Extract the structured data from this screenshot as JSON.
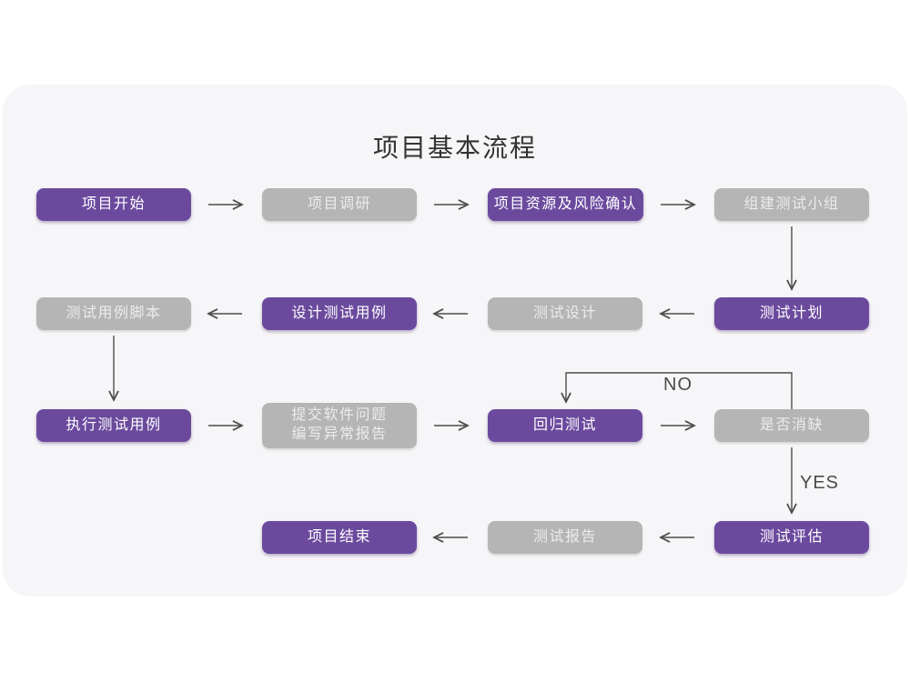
{
  "title": "项目基本流程",
  "colors": {
    "purple": "#6b4a9e",
    "gray": "#b5b5b5",
    "card_bg": "#f6f5f7",
    "arrow": "#4d4d4d"
  },
  "labels": {
    "no": "NO",
    "yes": "YES"
  },
  "nodes": [
    {
      "id": "project-start",
      "label": "项目开始",
      "style": "purple"
    },
    {
      "id": "project-research",
      "label": "项目调研",
      "style": "gray"
    },
    {
      "id": "resource-risk",
      "label": "项目资源及风险确认",
      "style": "purple"
    },
    {
      "id": "build-test-team",
      "label": "组建测试小组",
      "style": "gray"
    },
    {
      "id": "case-script",
      "label": "测试用例脚本",
      "style": "gray"
    },
    {
      "id": "design-test-case",
      "label": "设计测试用例",
      "style": "purple"
    },
    {
      "id": "test-design",
      "label": "测试设计",
      "style": "gray"
    },
    {
      "id": "test-plan",
      "label": "测试计划",
      "style": "purple"
    },
    {
      "id": "execute-test-case",
      "label": "执行测试用例",
      "style": "purple"
    },
    {
      "id": "submit-issue-report",
      "label": "提交软件问题\n编写异常报告",
      "style": "gray"
    },
    {
      "id": "regression-test",
      "label": "回归测试",
      "style": "purple"
    },
    {
      "id": "defect-cleared",
      "label": "是否消缺",
      "style": "gray"
    },
    {
      "id": "project-end",
      "label": "项目结束",
      "style": "purple"
    },
    {
      "id": "test-report",
      "label": "测试报告",
      "style": "gray"
    },
    {
      "id": "test-evaluate",
      "label": "测试评估",
      "style": "purple"
    }
  ],
  "edges": [
    {
      "from": "项目开始",
      "to": "项目调研"
    },
    {
      "from": "项目调研",
      "to": "项目资源及风险确认"
    },
    {
      "from": "项目资源及风险确认",
      "to": "组建测试小组"
    },
    {
      "from": "组建测试小组",
      "to": "测试计划"
    },
    {
      "from": "测试计划",
      "to": "测试设计"
    },
    {
      "from": "测试设计",
      "to": "设计测试用例"
    },
    {
      "from": "设计测试用例",
      "to": "测试用例脚本"
    },
    {
      "from": "测试用例脚本",
      "to": "执行测试用例"
    },
    {
      "from": "执行测试用例",
      "to": "提交软件问题 编写异常报告"
    },
    {
      "from": "提交软件问题 编写异常报告",
      "to": "回归测试"
    },
    {
      "from": "回归测试",
      "to": "是否消缺"
    },
    {
      "from": "是否消缺",
      "to": "回归测试",
      "label": "NO"
    },
    {
      "from": "是否消缺",
      "to": "测试评估",
      "label": "YES"
    },
    {
      "from": "测试评估",
      "to": "测试报告"
    },
    {
      "from": "测试报告",
      "to": "项目结束"
    }
  ]
}
